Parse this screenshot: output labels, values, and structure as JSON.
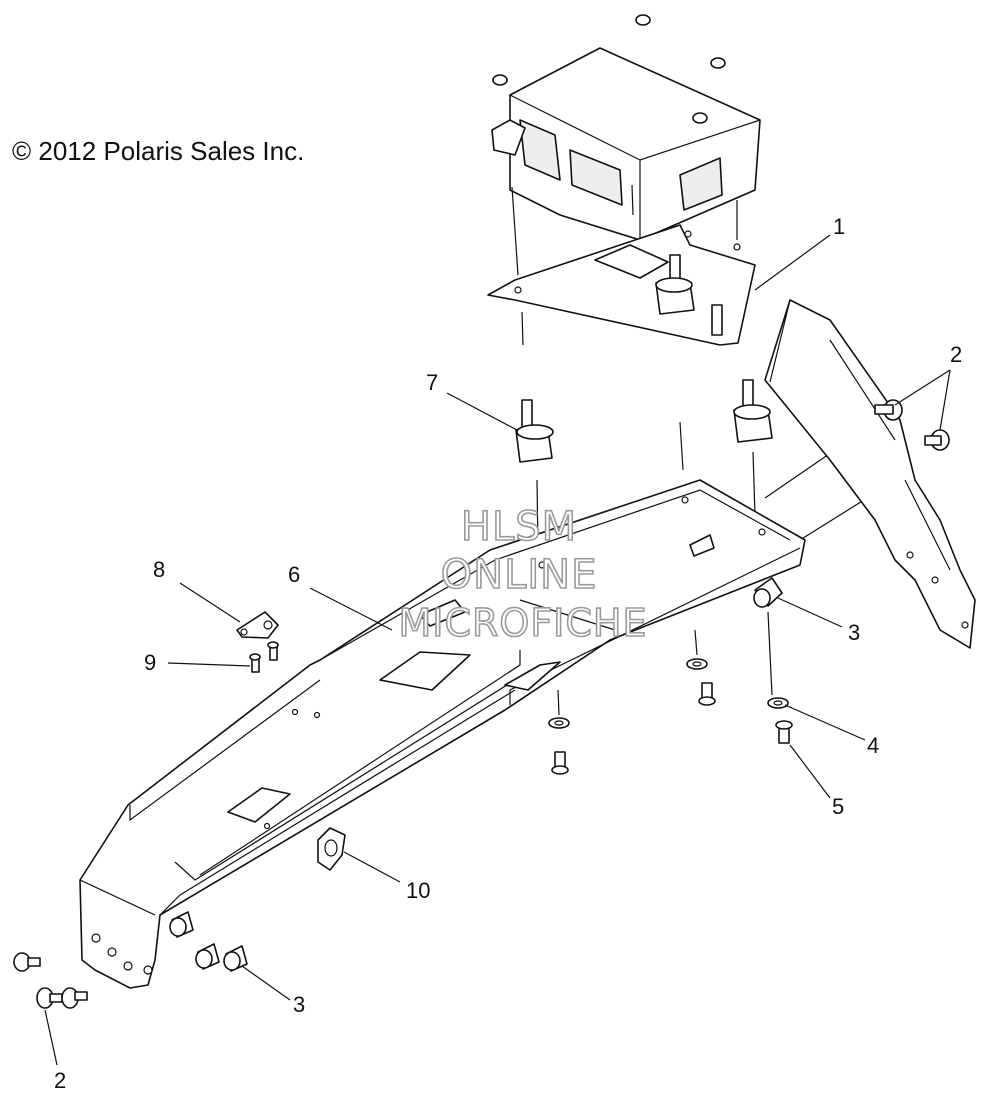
{
  "copyright": "© 2012 Polaris Sales Inc.",
  "watermark": [
    "HLSM",
    "ONLINE",
    "MICROFICHE"
  ],
  "callouts": {
    "c1": "1",
    "c2a": "2",
    "c2b": "2",
    "c3a": "3",
    "c3b": "3",
    "c4": "4",
    "c5": "5",
    "c6": "6",
    "c7": "7",
    "c8": "8",
    "c9": "9",
    "c10": "10"
  }
}
